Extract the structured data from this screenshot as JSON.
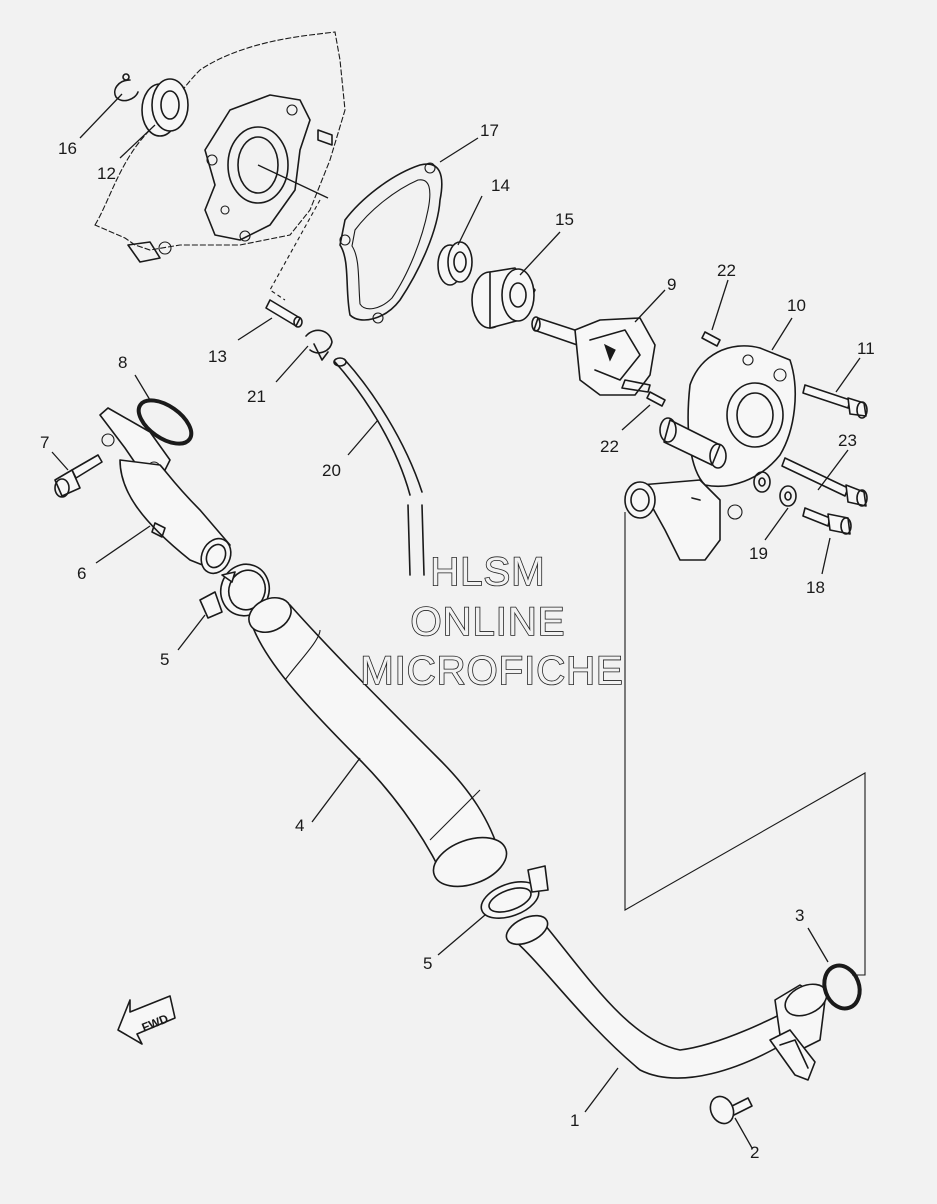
{
  "watermark": {
    "line1": "HLSM",
    "line2": "ONLINE",
    "line3": "MICROFICHE"
  },
  "direction_label": "FWD",
  "callouts": {
    "c1": "1",
    "c2": "2",
    "c3": "3",
    "c4": "4",
    "c5a": "5",
    "c5b": "5",
    "c6": "6",
    "c7": "7",
    "c8": "8",
    "c9": "9",
    "c10": "10",
    "c11": "11",
    "c12": "12",
    "c13": "13",
    "c14": "14",
    "c15": "15",
    "c16": "16",
    "c17": "17",
    "c18": "18",
    "c19": "19",
    "c20": "20",
    "c21": "21",
    "c22a": "22",
    "c22b": "22",
    "c23": "23"
  }
}
